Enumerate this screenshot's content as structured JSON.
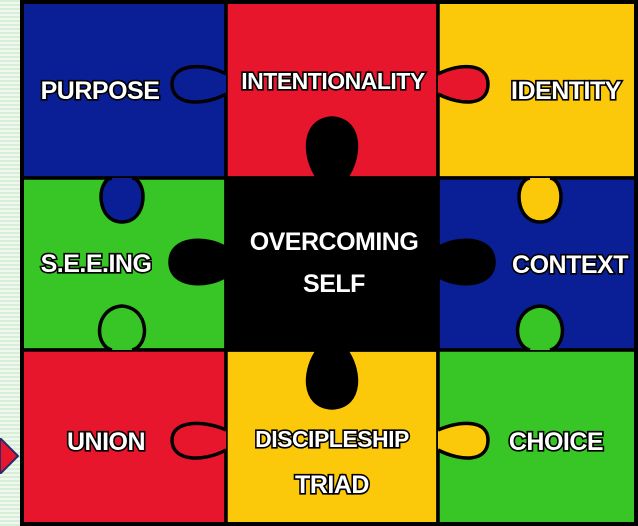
{
  "colors": {
    "blue": "#0a1f96",
    "red": "#e8162d",
    "yellow": "#fbc80a",
    "green": "#38c526",
    "center": "#000000",
    "outline": "#000000",
    "label_fill": "#ffffff",
    "side_strip": "#d6efd6",
    "side_arrow": "#e8162d"
  },
  "pieces": {
    "top_left": {
      "label": "PURPOSE",
      "color": "blue"
    },
    "top_center": {
      "label": "INTENTIONALITY",
      "color": "red"
    },
    "top_right": {
      "label": "IDENTITY",
      "color": "yellow"
    },
    "middle_left": {
      "label": "S.E.E.ING",
      "color": "green"
    },
    "center": {
      "line1": "OVERCOMING",
      "line2": "SELF",
      "color": "center"
    },
    "middle_right": {
      "label": "CONTEXT",
      "color": "blue"
    },
    "bottom_left": {
      "label": "UNION",
      "color": "red"
    },
    "bottom_center": {
      "line1": "DISCIPLESHIP",
      "line2": "TRIAD",
      "color": "yellow"
    },
    "bottom_right": {
      "label": "CHOICE",
      "color": "green"
    }
  },
  "side_arrow_icon": "diamond-arrow-icon"
}
